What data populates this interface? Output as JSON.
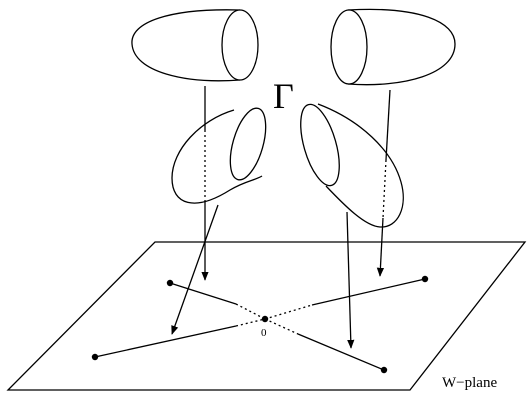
{
  "diagram": {
    "gamma_label": "Γ",
    "origin_label": "0",
    "plane_label": "W−plane",
    "colors": {
      "ink": "#000000",
      "background": "#ffffff"
    }
  }
}
